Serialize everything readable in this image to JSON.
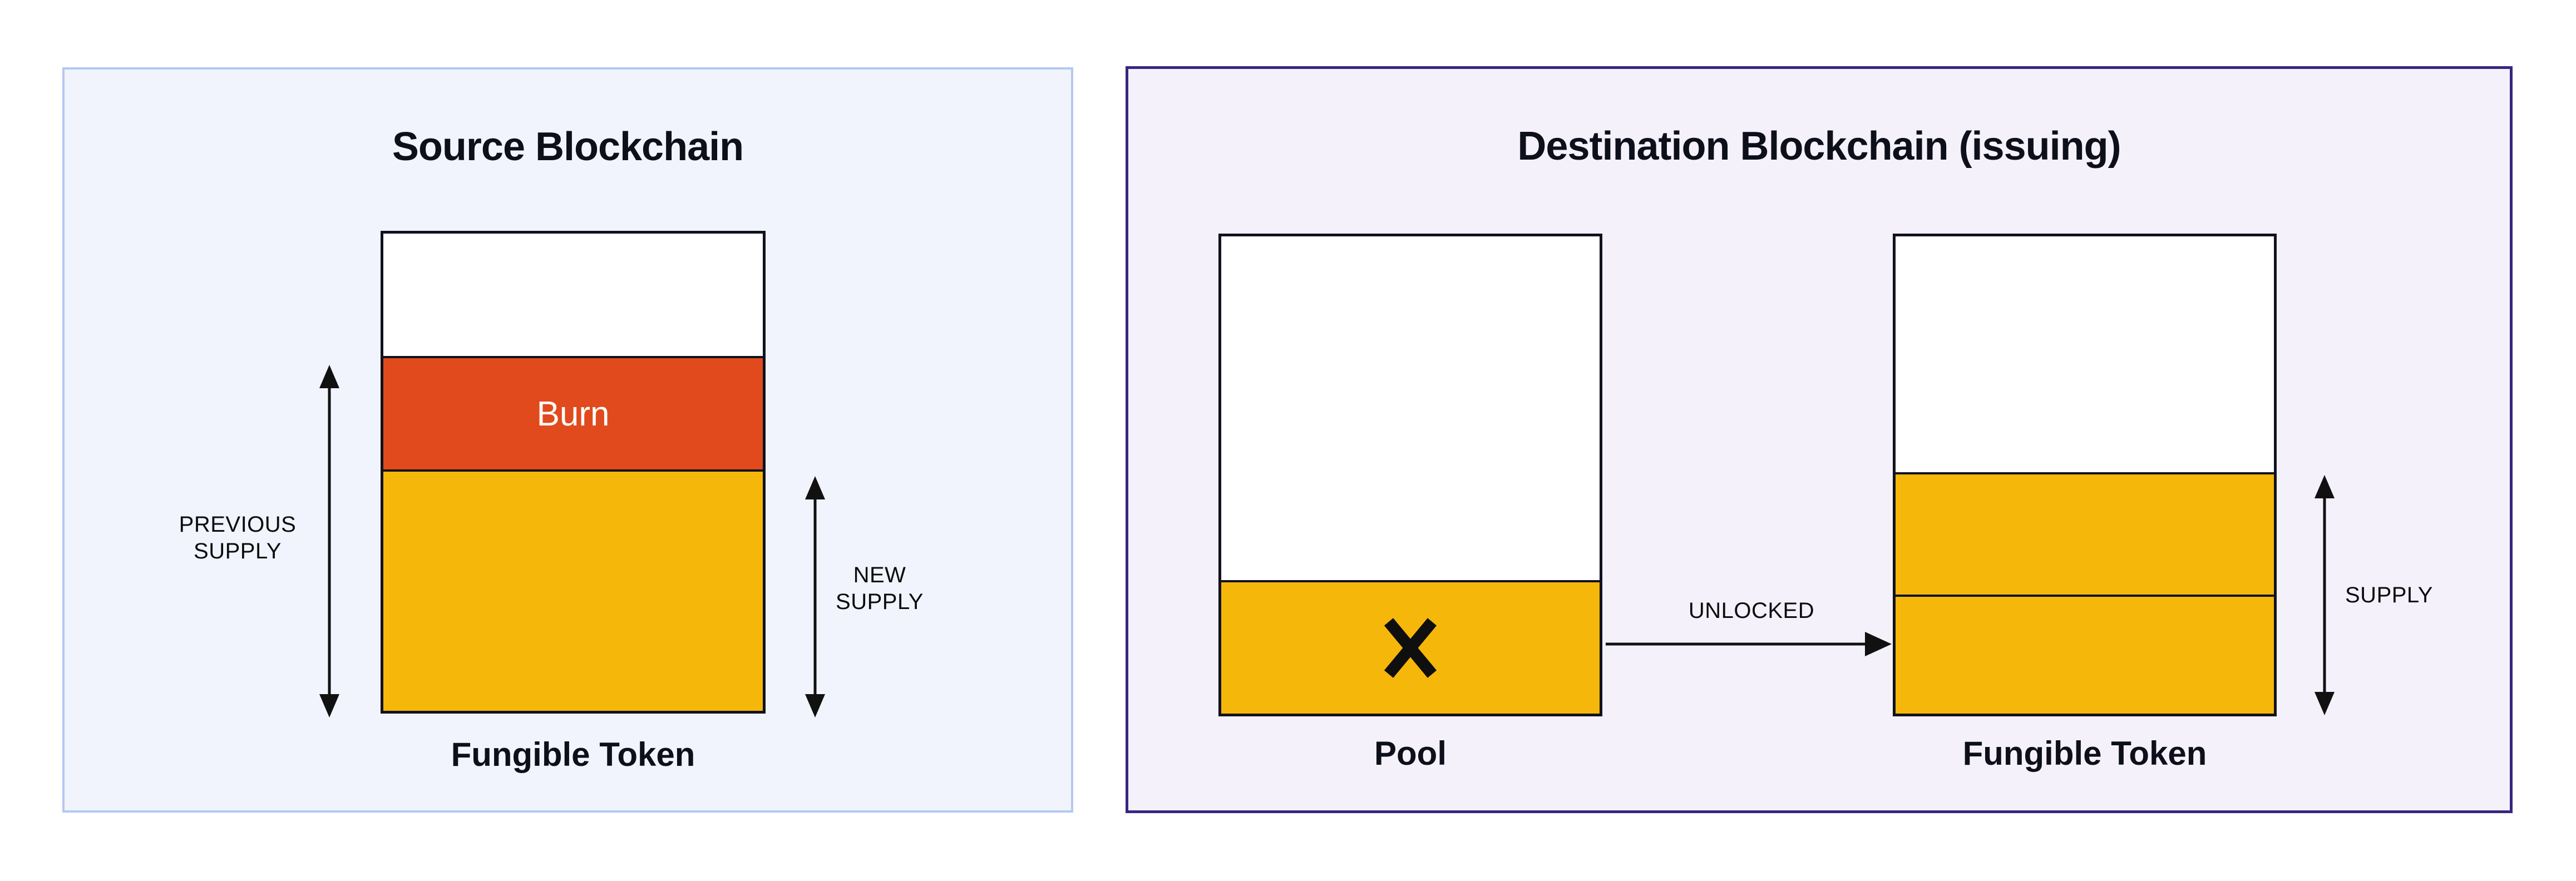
{
  "colors": {
    "accent_yellow": "#F5B70A",
    "accent_orange": "#E04A1D",
    "source_panel_bg": "#F1F4FC",
    "source_panel_border": "#B5C7F1",
    "destination_panel_bg": "#F4F1FB",
    "destination_panel_border": "#3A2580",
    "bar_outline": "#10121F",
    "text_dark": "#0D0F1A",
    "burn_text": "#FFFFFF",
    "arrow": "#111111"
  },
  "panels": {
    "source": {
      "title": "Source Blockchain",
      "bar_caption": "Fungible Token",
      "burn_label": "Burn",
      "previous_supply_lines": [
        "PREVIOUS",
        "SUPPLY"
      ],
      "new_supply_lines": [
        "NEW",
        "SUPPLY"
      ]
    },
    "destination": {
      "title": "Destination Blockchain (issuing)",
      "pool_caption": "Pool",
      "bar_caption": "Fungible Token",
      "unlocked_label": "UNLOCKED",
      "supply_label": "SUPPLY"
    }
  }
}
